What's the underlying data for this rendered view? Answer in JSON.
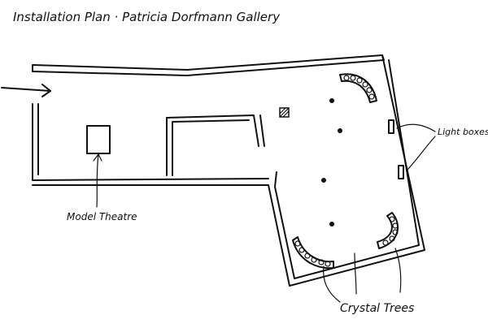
{
  "title": "Installation Plan · Patricia Dorfmann Gallery",
  "labels": {
    "light_boxes": "Light boxes",
    "model_theatre": "Model Theatre",
    "crystal_trees": "Crystal Trees"
  },
  "colors": {
    "ink": "#111111",
    "background": "#ffffff"
  }
}
